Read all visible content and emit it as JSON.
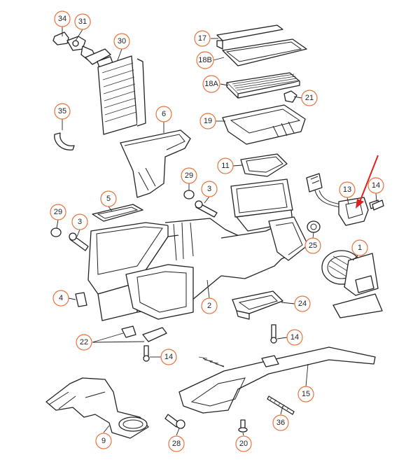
{
  "diagram": {
    "callouts": [
      {
        "id": "34",
        "label": "34"
      },
      {
        "id": "31",
        "label": "31"
      },
      {
        "id": "30",
        "label": "30"
      },
      {
        "id": "35",
        "label": "35"
      },
      {
        "id": "6",
        "label": "6"
      },
      {
        "id": "17",
        "label": "17"
      },
      {
        "id": "18B",
        "label": "18B"
      },
      {
        "id": "18A",
        "label": "18A"
      },
      {
        "id": "21",
        "label": "21"
      },
      {
        "id": "19",
        "label": "19"
      },
      {
        "id": "11",
        "label": "11"
      },
      {
        "id": "29a",
        "label": "29"
      },
      {
        "id": "3a",
        "label": "3"
      },
      {
        "id": "13",
        "label": "13"
      },
      {
        "id": "14a",
        "label": "14"
      },
      {
        "id": "5",
        "label": "5"
      },
      {
        "id": "29b",
        "label": "29"
      },
      {
        "id": "3b",
        "label": "3"
      },
      {
        "id": "25",
        "label": "25"
      },
      {
        "id": "1",
        "label": "1"
      },
      {
        "id": "4",
        "label": "4"
      },
      {
        "id": "2",
        "label": "2"
      },
      {
        "id": "24",
        "label": "24"
      },
      {
        "id": "22",
        "label": "22"
      },
      {
        "id": "14b",
        "label": "14"
      },
      {
        "id": "14c",
        "label": "14"
      },
      {
        "id": "15",
        "label": "15"
      },
      {
        "id": "36",
        "label": "36"
      },
      {
        "id": "9",
        "label": "9"
      },
      {
        "id": "28",
        "label": "28"
      },
      {
        "id": "20",
        "label": "20"
      }
    ],
    "highlight_arrow": {
      "color": "#e02020",
      "target": "13"
    },
    "callout_ring_color": "#e8743b"
  }
}
